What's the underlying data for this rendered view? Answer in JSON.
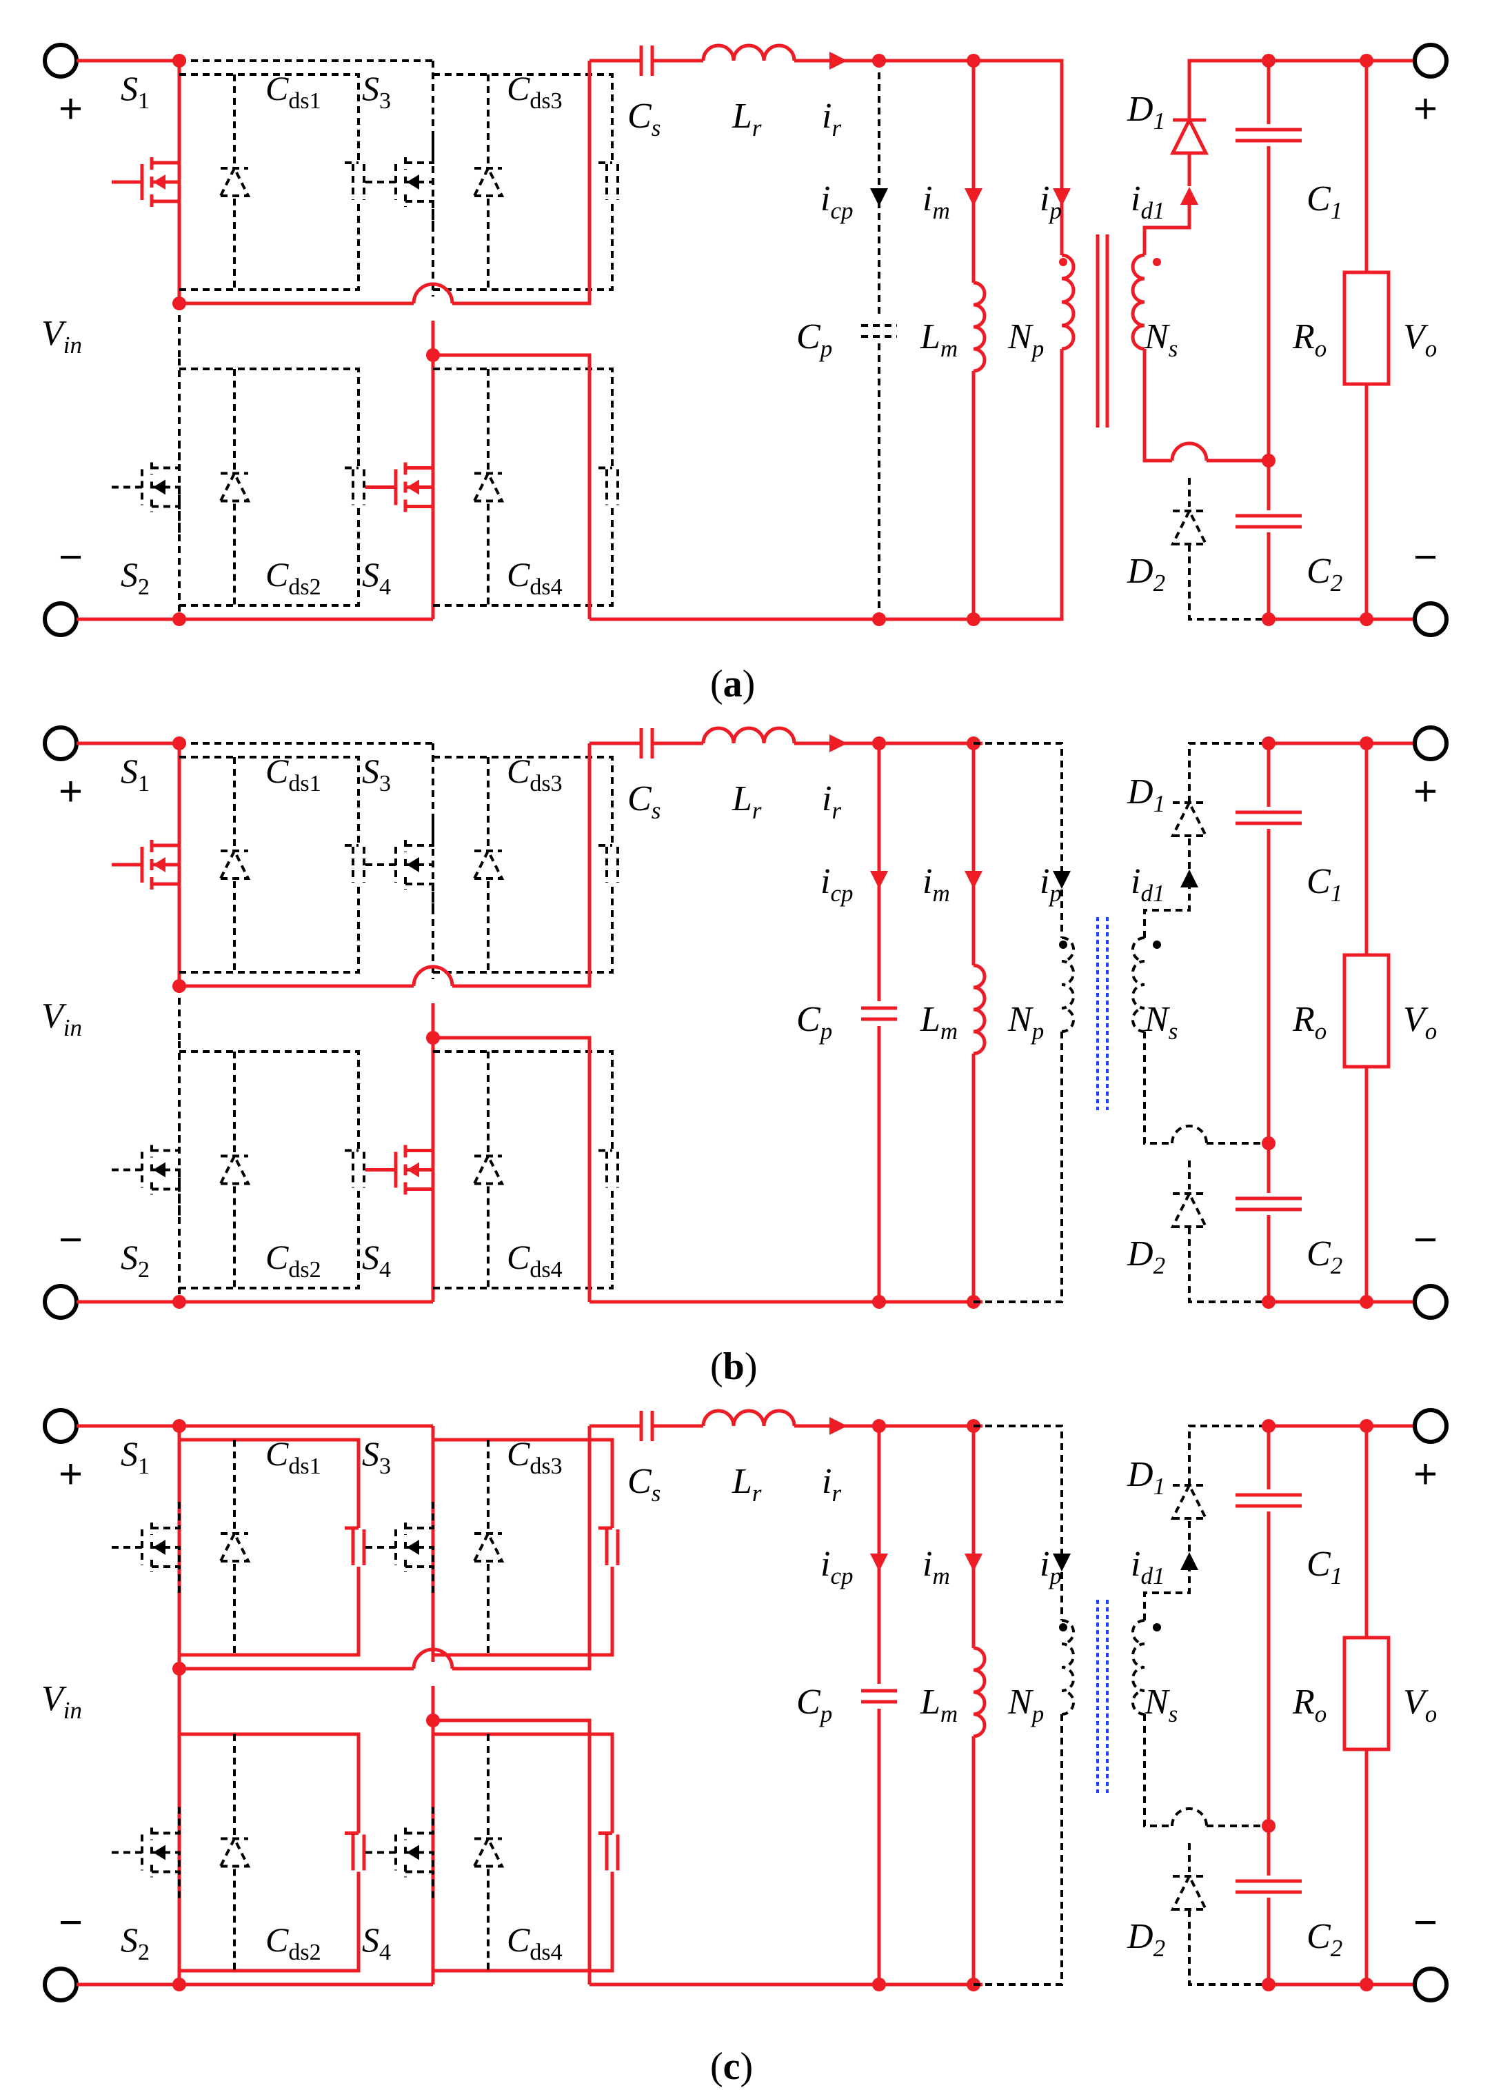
{
  "colors": {
    "active": "#ee1c25",
    "inactive": "#000000",
    "core_a": "#ee1c25",
    "core_bc": "#1f3fff"
  },
  "labels": {
    "S1": "S",
    "S1_sub": "1",
    "S2": "S",
    "S2_sub": "2",
    "S3": "S",
    "S3_sub": "3",
    "S4": "S",
    "S4_sub": "4",
    "Cds1": "C",
    "Cds1_sub": "ds1",
    "Cds2": "C",
    "Cds2_sub": "ds2",
    "Cds3": "C",
    "Cds3_sub": "ds3",
    "Cds4": "C",
    "Cds4_sub": "ds4",
    "Vin": "V",
    "Vin_sub": "in",
    "Cs": "C",
    "Cs_sub": "s",
    "Lr": "L",
    "Lr_sub": "r",
    "ir": "i",
    "ir_sub": "r",
    "icp": "i",
    "icp_sub": "cp",
    "im": "i",
    "im_sub": "m",
    "ip": "i",
    "ip_sub": "p",
    "id1": "i",
    "id1_sub": "d1",
    "Cp": "C",
    "Cp_sub": "p",
    "Lm": "L",
    "Lm_sub": "m",
    "Np": "N",
    "Np_sub": "p",
    "Ns": "N",
    "Ns_sub": "s",
    "D1": "D",
    "D1_sub": "1",
    "D2": "D",
    "D2_sub": "2",
    "C1": "C",
    "C1_sub": "1",
    "C2": "C",
    "C2_sub": "2",
    "Ro": "R",
    "Ro_sub": "o",
    "Vo": "V",
    "Vo_sub": "o",
    "plus": "+",
    "minus": "−"
  },
  "panels": [
    {
      "letter": "a",
      "caption_open": "(",
      "caption_close": ")",
      "active": {
        "S1": true,
        "S2": false,
        "S3": false,
        "S4": true,
        "Cds": false,
        "Cp": false,
        "Lm": true,
        "ip": true,
        "D1": true,
        "D2": false
      }
    },
    {
      "letter": "b",
      "caption_open": "(",
      "caption_close": ")",
      "active": {
        "S1": true,
        "S2": false,
        "S3": false,
        "S4": true,
        "Cds": false,
        "Cp": true,
        "Lm": true,
        "ip": false,
        "D1": false,
        "D2": false
      }
    },
    {
      "letter": "c",
      "caption_open": "(",
      "caption_close": ")",
      "active": {
        "S1": false,
        "S2": false,
        "S3": false,
        "S4": false,
        "Cds": true,
        "Cp": true,
        "Lm": true,
        "ip": false,
        "D1": false,
        "D2": false
      }
    }
  ]
}
